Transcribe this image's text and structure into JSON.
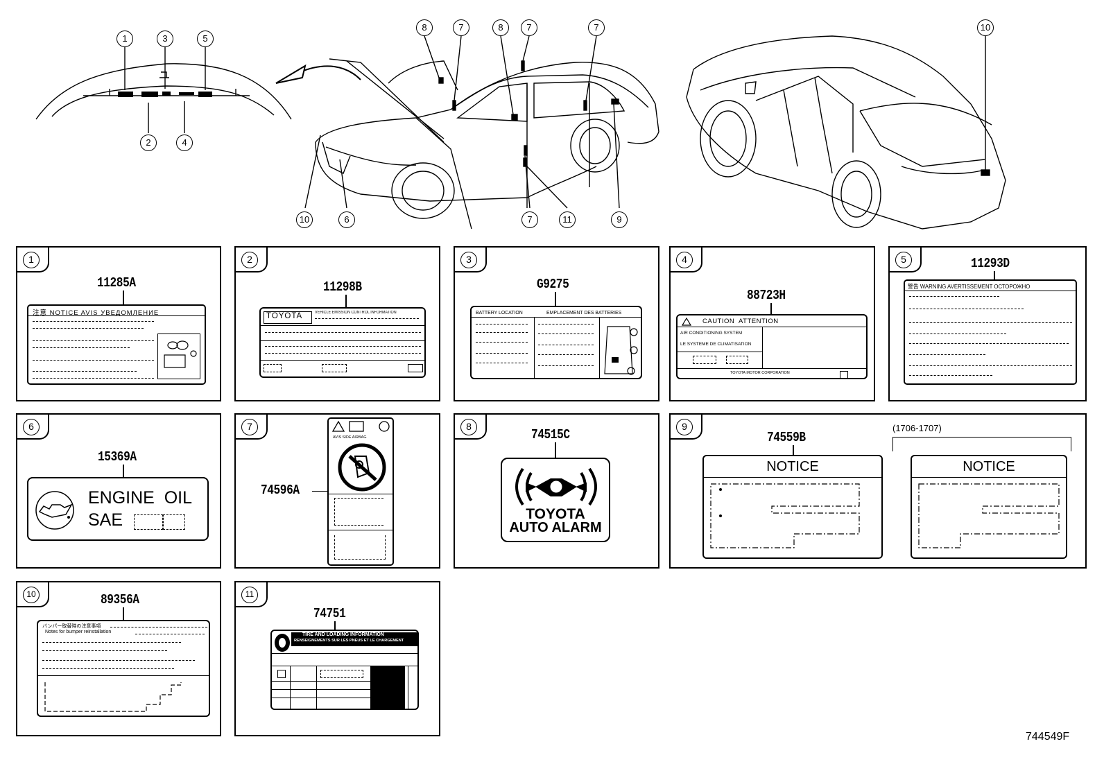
{
  "diagram_id": "744549F",
  "callout_numbers": [
    "1",
    "2",
    "3",
    "4",
    "5",
    "6",
    "7",
    "8",
    "9",
    "10",
    "11"
  ],
  "panels": [
    {
      "num": "1",
      "part": "11285A",
      "title": "注意 NOTICE AVIS УВЕДОМЛЕНИЕ"
    },
    {
      "num": "2",
      "part": "11298B",
      "brand": "TOYOTA",
      "subtitle": "VEHICLE EMISSION CONTROL INFORMATION"
    },
    {
      "num": "3",
      "part": "G9275",
      "left_title": "BATTERY LOCATION",
      "right_title": "EMPLACEMENT DES BATTERIES"
    },
    {
      "num": "4",
      "part": "88723H",
      "title": "CAUTION  ATTENTION",
      "line1": "AIR CONDITIONING SYSTEM",
      "line2": "LE SYSTEME DE CLIMATISATION",
      "maker": "TOYOTA MOTOR CORPORATION"
    },
    {
      "num": "5",
      "part": "11293D",
      "title": "警告 WARNING AVERTISSEMENT ОСТОРОЖНО"
    },
    {
      "num": "6",
      "part": "15369A",
      "line1": "ENGINE  OIL",
      "line2": "SAE"
    },
    {
      "num": "7",
      "part": "74596A",
      "caption": "AVIS  SIDE  AIRBAG"
    },
    {
      "num": "8",
      "part": "74515C",
      "line1": "TOYOTA",
      "line2": "AUTO ALARM"
    },
    {
      "num": "9",
      "part": "74559B",
      "notice": "NOTICE",
      "range": "(1706-1707)"
    },
    {
      "num": "10",
      "part": "89356A",
      "line1": "バンパー取替時の注意事項",
      "line2": "Notes for bumper reinstallation"
    },
    {
      "num": "11",
      "part": "74751",
      "line1": "TIRE AND LOADING INFORMATION",
      "line2": "RENSEIGNEMENTS SUR LES PNEUS ET LE CHARGEMENT"
    }
  ]
}
